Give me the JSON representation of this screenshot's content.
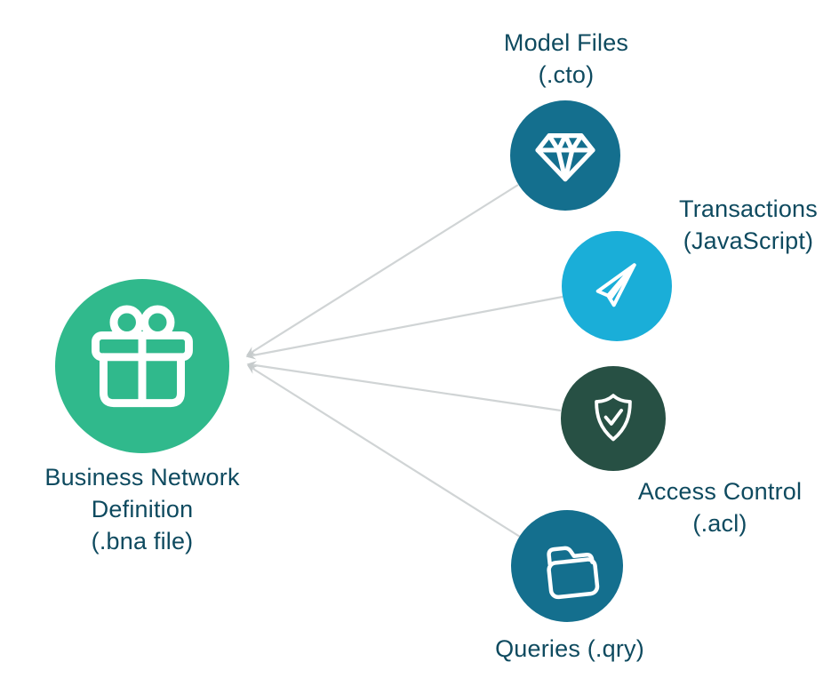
{
  "diagram": {
    "background": "#ffffff",
    "text_color": "#0e4a5f",
    "connector_color": "#d0d4d5",
    "arrowhead_color": "#c6cbcc",
    "icon_stroke_color": "#ffffff",
    "hub": {
      "id": "business-network-definition",
      "label_lines": [
        "Business Network",
        "Definition",
        "(.bna file)"
      ],
      "icon": "gift-icon",
      "color": "#30b98c"
    },
    "nodes": [
      {
        "id": "model-files",
        "label_lines": [
          "Model Files",
          "(.cto)"
        ],
        "icon": "diamond-icon",
        "color": "#146f8e"
      },
      {
        "id": "transactions",
        "label_lines": [
          "Transactions",
          "(JavaScript)"
        ],
        "icon": "paper-plane-icon",
        "color": "#1aaed8"
      },
      {
        "id": "access-control",
        "label_lines": [
          "Access Control",
          "(.acl)"
        ],
        "icon": "shield-check-icon",
        "color": "#275044"
      },
      {
        "id": "queries",
        "label_lines": [
          "Queries (.qry)"
        ],
        "icon": "folder-icon",
        "color": "#146f8e"
      }
    ]
  }
}
